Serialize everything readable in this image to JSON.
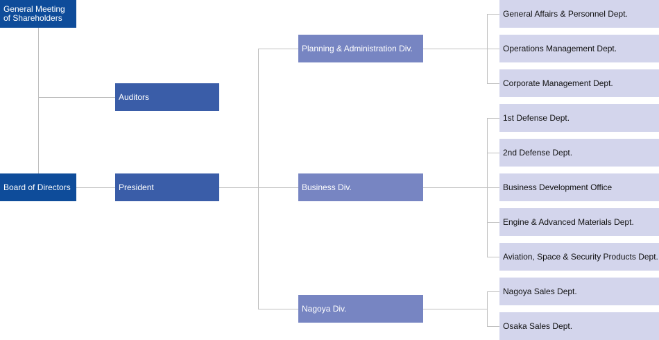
{
  "top": {
    "shareholders": "General Meeting\nof Shareholders",
    "board": "Board of Directors",
    "auditors": "Auditors",
    "president": "President"
  },
  "divisions": [
    {
      "name": "Planning & Administration Div.",
      "departments": [
        "General Affairs & Personnel Dept.",
        "Operations Management Dept.",
        "Corporate Management Dept."
      ]
    },
    {
      "name": "Business Div.",
      "departments": [
        "1st Defense Dept.",
        "2nd Defense Dept.",
        "Business Development Office",
        "Engine & Advanced Materials Dept.",
        "Aviation, Space & Security Products Dept."
      ]
    },
    {
      "name": "Nagoya Div.",
      "departments": [
        "Nagoya Sales Dept.",
        "Osaka Sales Dept."
      ]
    }
  ],
  "colors": {
    "top_box": "#0e4c9a",
    "exec_box": "#3a5da8",
    "division_box": "#7785c2",
    "department_box": "#d3d5ec",
    "connector": "#bfbfbf"
  }
}
